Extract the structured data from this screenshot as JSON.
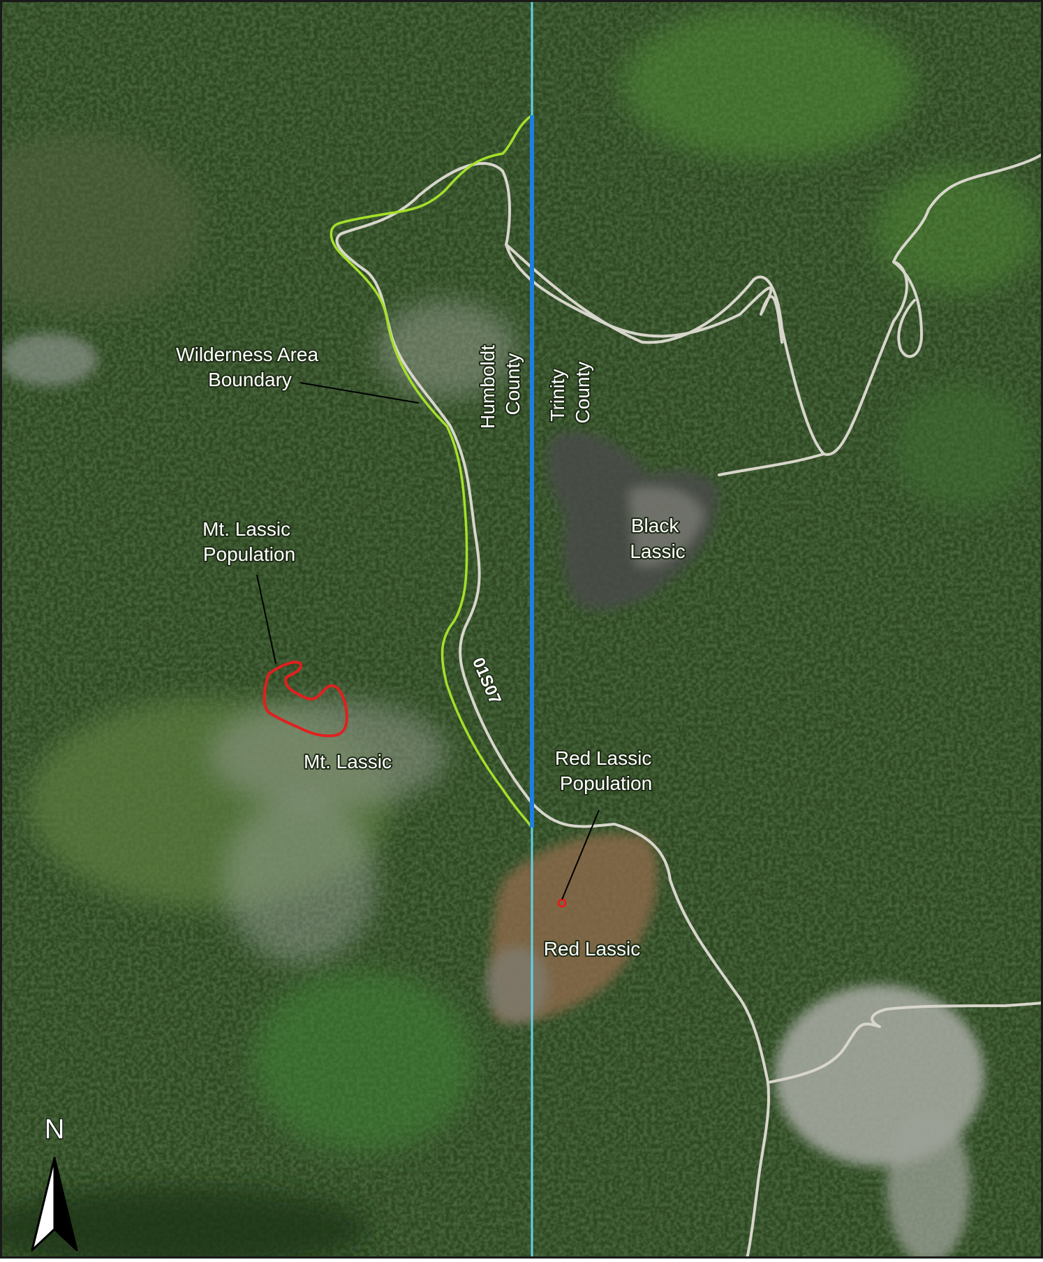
{
  "map": {
    "colors": {
      "forest": "#2f4a22",
      "forest_dark": "#1f3517",
      "meadow": "#5d7e3f",
      "serpentine": "#8f978a",
      "black_lassic": "#4a4c4a",
      "red_lassic": "#8e6a4c",
      "road": "#d8d6cc",
      "wilderness_boundary": "#a4e02a",
      "county_line": "#1c7fe6",
      "county_line_edge": "#5fd3e9",
      "population": "#e21f1f",
      "label_text": "#ffffff",
      "frame": "#1a1a1a"
    },
    "labels": {
      "wilderness_boundary": [
        "Wilderness Area",
        "Boundary"
      ],
      "mt_lassic_population": [
        "Mt. Lassic",
        "Population"
      ],
      "mt_lassic": "Mt. Lassic",
      "humboldt_county": [
        "Humboldt",
        "County"
      ],
      "trinity_county": [
        "Trinity",
        "County"
      ],
      "black_lassic": [
        "Black",
        "Lassic"
      ],
      "red_lassic_population": [
        "Red Lassic",
        "Population"
      ],
      "red_lassic": "Red Lassic",
      "road_number": "01S07"
    },
    "north_arrow": {
      "letter": "N",
      "icon": "north-arrow-icon"
    }
  }
}
